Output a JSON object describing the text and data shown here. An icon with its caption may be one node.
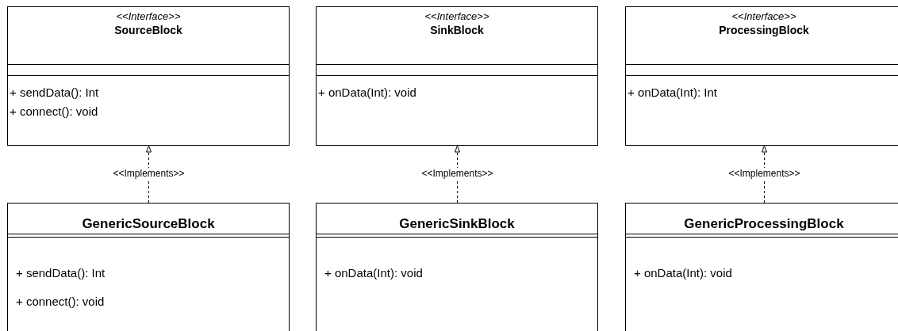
{
  "diagram": {
    "nodes": [
      {
        "text": [
          "<<Interface>>",
          "SourceBlock",
          "+ sendData(): Int",
          "+ connect(): void"
        ]
      },
      {
        "text": [
          "<<Interface>>",
          "SinkBlock",
          "+ onData(Int): void"
        ]
      },
      {
        "text": [
          "<<Interface>>",
          "ProcessingBlock",
          "+ onData(Int): Int"
        ]
      },
      {
        "text": [
          "GenericSourceBlock",
          "+ sendData(): Int",
          "+ connect(): void"
        ]
      },
      {
        "text": [
          "GenericSinkBlock",
          "+ onData(Int): void"
        ]
      },
      {
        "text": [
          "GenericProcessingBlock",
          "+ onData(Int): void"
        ]
      }
    ],
    "edges": [
      {
        "from": 3,
        "to": 0,
        "arrow": "to",
        "label": "<<Implements>>",
        "style": "dashed"
      },
      {
        "from": 4,
        "to": 1,
        "arrow": "to",
        "label": "<<Implements>>",
        "style": "dashed"
      },
      {
        "from": 5,
        "to": 2,
        "arrow": "to",
        "label": "<<Implements>>",
        "style": "dashed"
      }
    ]
  }
}
